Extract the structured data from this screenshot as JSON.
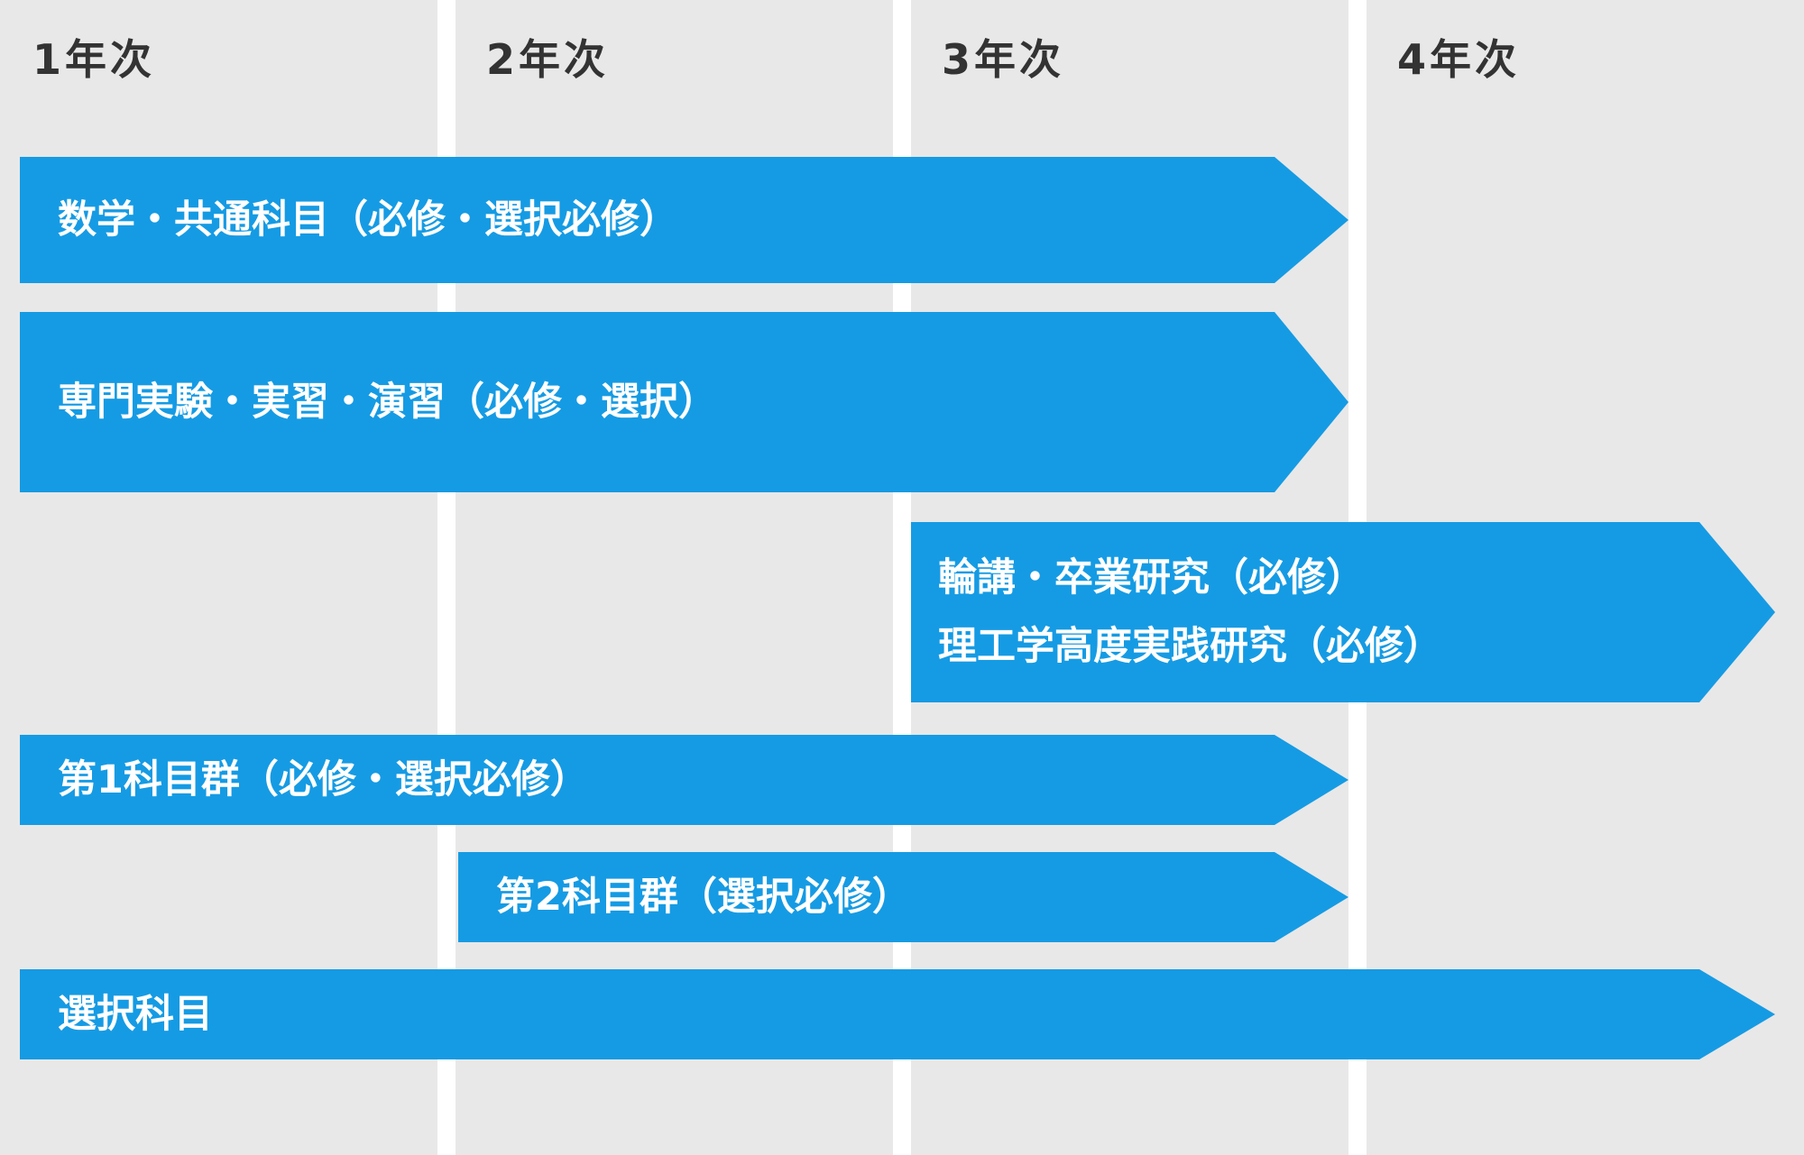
{
  "columns": [
    {
      "label": "1年次"
    },
    {
      "label": "2年次"
    },
    {
      "label": "3年次"
    },
    {
      "label": "4年次"
    }
  ],
  "colors": {
    "column_bg": "#e8e8e8",
    "gap": "#ffffff",
    "bar": "#159be4",
    "bar_text": "#ffffff",
    "header_text": "#333333"
  },
  "bars": [
    {
      "lines": [
        "数学・共通科目（必修・選択必修）"
      ]
    },
    {
      "lines": [
        "専門実験・実習・演習（必修・選択）"
      ]
    },
    {
      "lines": [
        "輪講・卒業研究（必修）",
        "理工学高度実践研究（必修）"
      ]
    },
    {
      "lines": [
        "第1科目群（必修・選択必修）"
      ]
    },
    {
      "lines": [
        "第2科目群（選択必修）"
      ]
    },
    {
      "lines": [
        "選択科目"
      ]
    }
  ]
}
